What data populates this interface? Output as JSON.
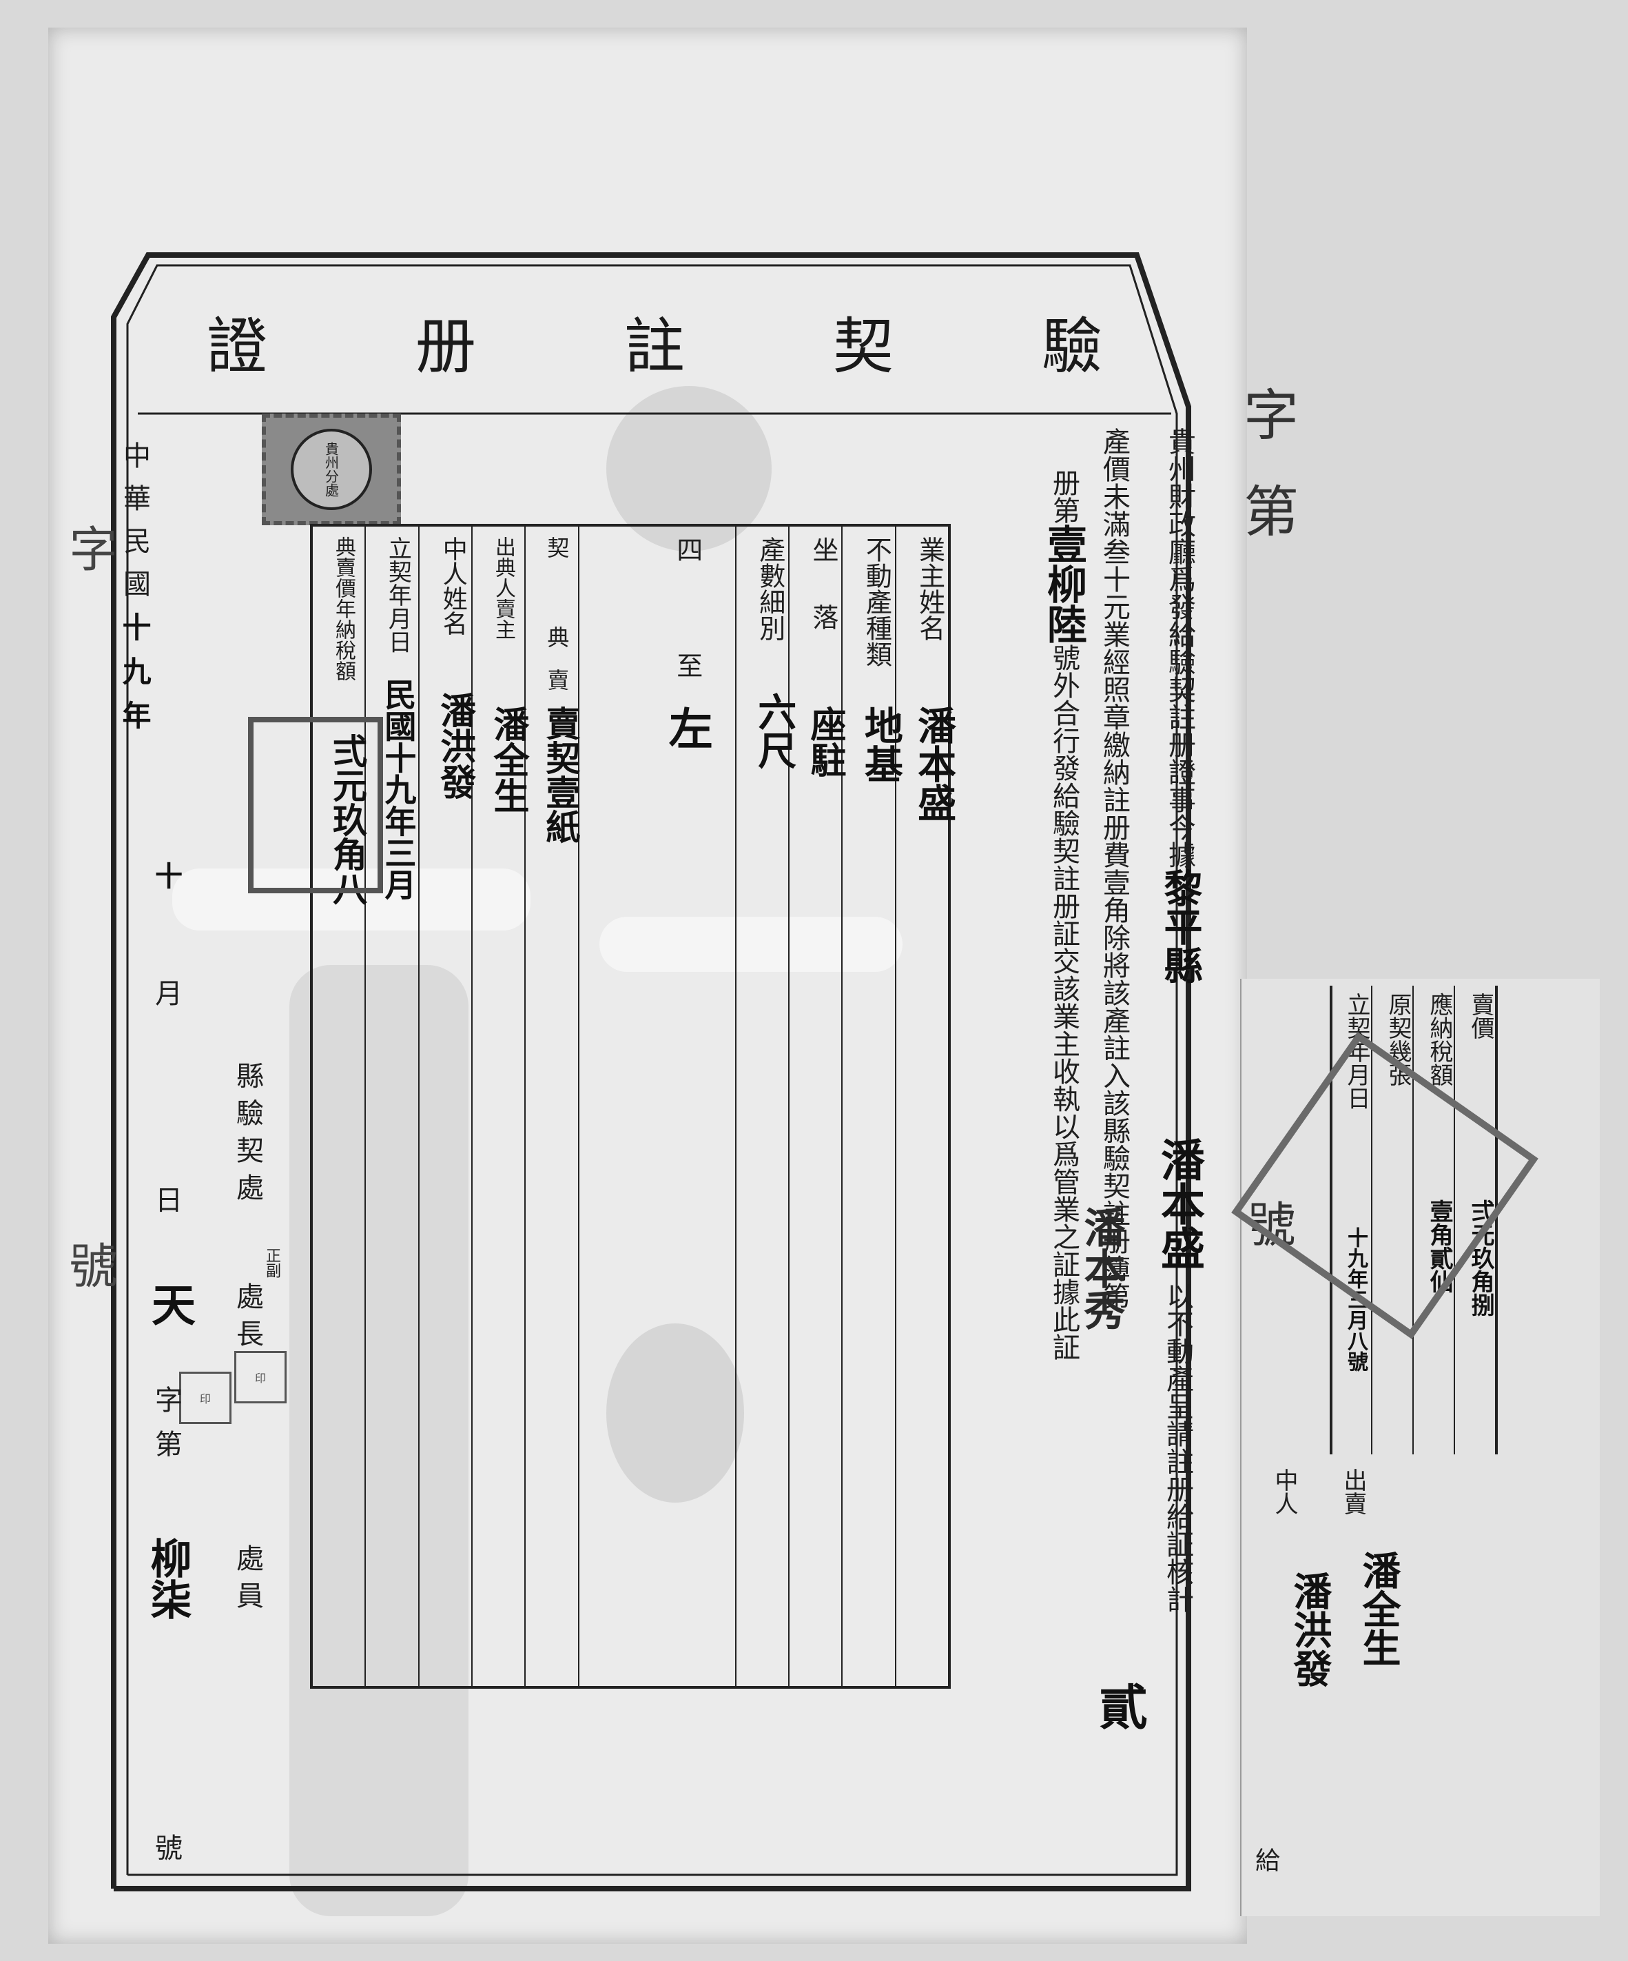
{
  "title_chars": [
    "驗",
    "契",
    "註",
    "册",
    "證"
  ],
  "stamp_text": "貴州分處",
  "cert_lines": [
    "貴州財政廳爲發給驗契註册證事今據",
    "產價未滿叁十元業經照章繳納註册費壹角除將該產註入該縣驗契註册簿第",
    "册第",
    "號外合行發給驗契註册証交該業主收執以爲管業之証據此証"
  ],
  "cert_fill": {
    "county": "黎平縣",
    "owner_name": "潘本盛",
    "owner_hand": "潘本秀",
    "after_owner": "以不動產呈請註册給証核計",
    "register_no": "貳",
    "book_no": "壹柳陸"
  },
  "table": [
    {
      "label": "業主姓名",
      "value": "潘本盛"
    },
    {
      "label": "不動產種類",
      "value": "地基"
    },
    {
      "label": "坐落",
      "value": "座駐"
    },
    {
      "label": "產數細別",
      "value": "六尺"
    },
    {
      "label": "四至",
      "value": "左"
    },
    {
      "label": "契 典賣",
      "value": "賣契壹紙"
    },
    {
      "label": "出典人賣主",
      "value": "潘全生"
    },
    {
      "label": "中人姓名",
      "value": "潘洪發"
    },
    {
      "label": "立契年月日",
      "value": "民國十九年三月"
    },
    {
      "label": "典賣價年納稅額",
      "value": "弍元玖角八"
    }
  ],
  "date_line": {
    "era": "中華民國",
    "year": "十九年",
    "month_value": "十",
    "month_label": "月",
    "day_label": "日",
    "serial_char": "天",
    "serial_label": "字第",
    "serial_value": "柳柒",
    "serial_end": "號"
  },
  "officials": {
    "office": "縣驗契處",
    "chief_mark": "正副",
    "chief": "處長",
    "clerk": "處員"
  },
  "stub": {
    "cols": [
      {
        "label": "賣價",
        "value": "弍元玖角捌"
      },
      {
        "label": "應納稅額",
        "value": "壹角貳仙"
      },
      {
        "label": "原契幾張",
        "value": ""
      },
      {
        "label": "立契年月日",
        "value": "十九年三月八號"
      }
    ],
    "seller_label": "出賣",
    "seller": "潘全生",
    "middle_label": "中人",
    "middle": "潘洪發",
    "bottom_char": "給"
  },
  "margin_marks": {
    "top_right_chars": "字第",
    "mid_right_char": "號",
    "left_chars": "字",
    "left_number": "號"
  }
}
